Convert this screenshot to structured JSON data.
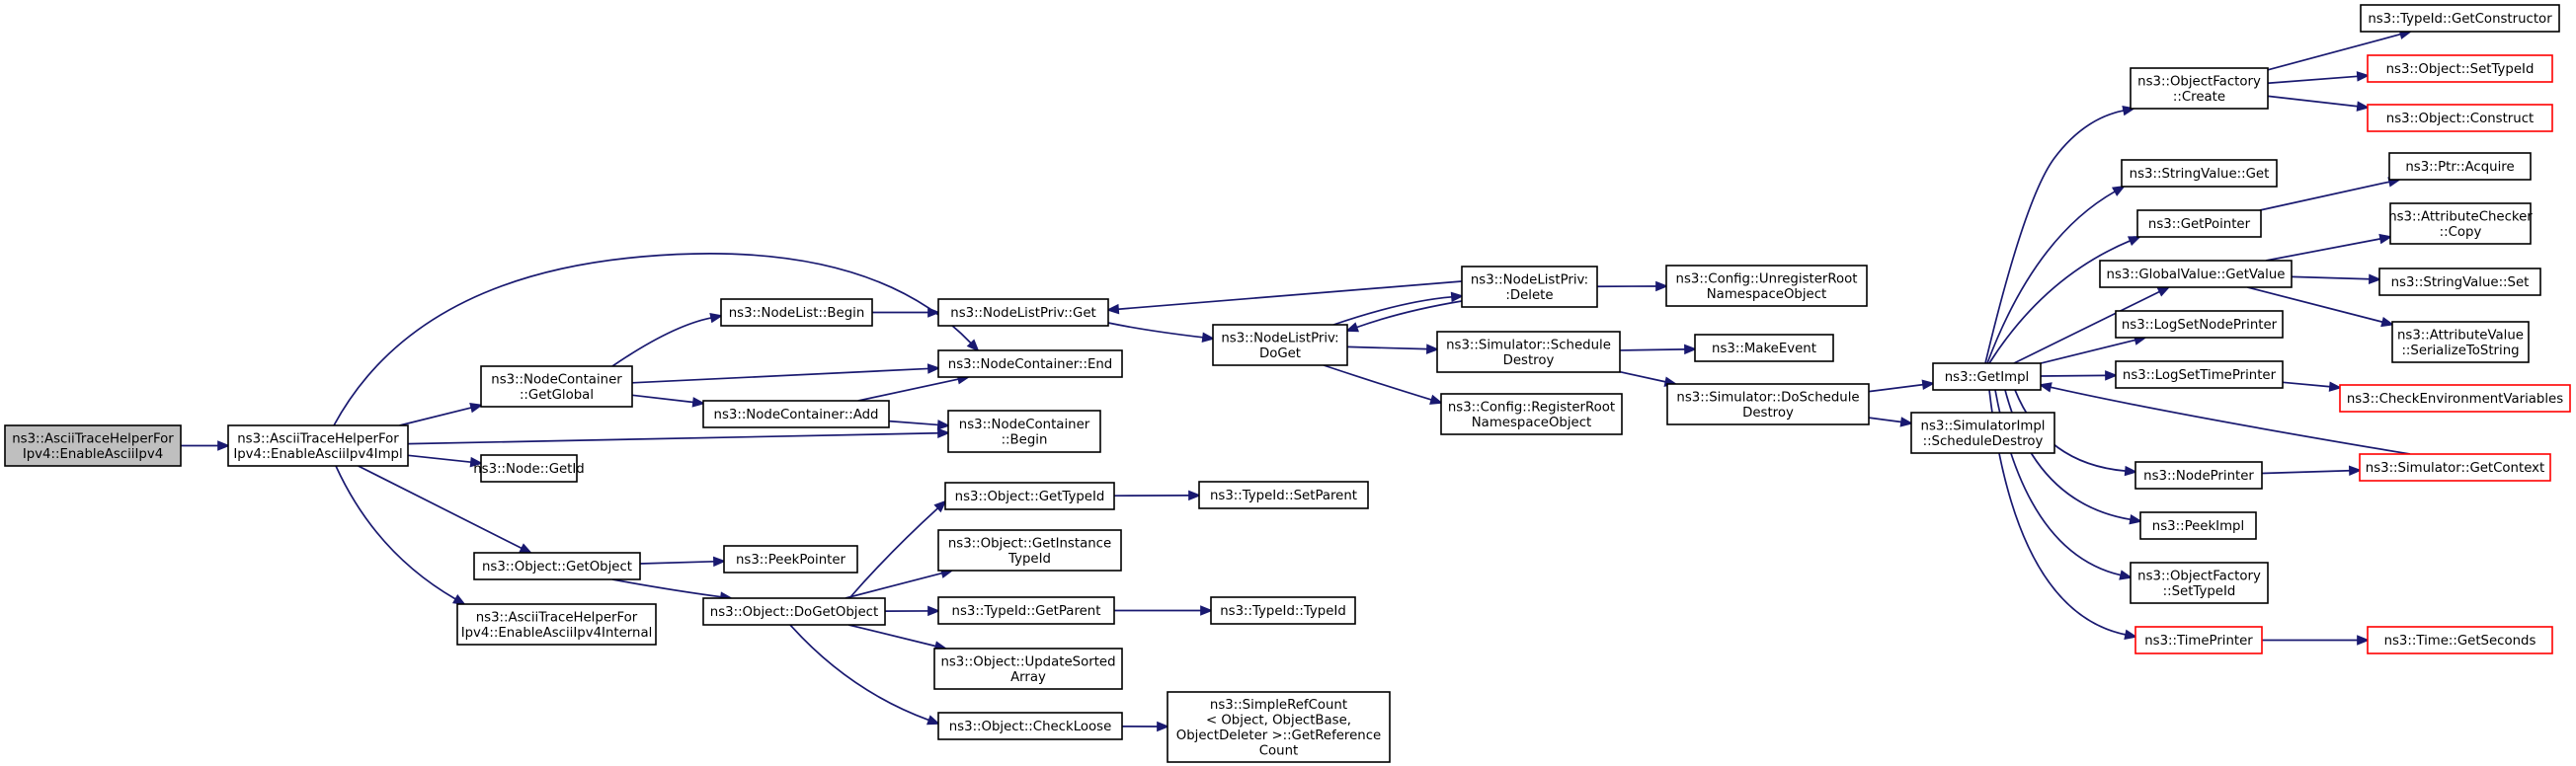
{
  "graph": {
    "node_fill": "#ffffff",
    "root_fill": "#bfbfbf",
    "border_color": "#000000",
    "missing_border_color": "#ff0000",
    "edge_color": "#191970",
    "nodes": [
      {
        "id": "enableAsciiIpv4",
        "lines": [
          "ns3::AsciiTraceHelperFor",
          "Ipv4::EnableAsciiIpv4"
        ],
        "root": true
      },
      {
        "id": "enableAsciiIpv4Impl",
        "lines": [
          "ns3::AsciiTraceHelperFor",
          "Ipv4::EnableAsciiIpv4Impl"
        ]
      },
      {
        "id": "nodeContainerEnd",
        "lines": [
          "ns3::NodeContainer::End"
        ]
      },
      {
        "id": "nodeContainerGetGlobal",
        "lines": [
          "ns3::NodeContainer",
          "::GetGlobal"
        ]
      },
      {
        "id": "nodeContainerBegin",
        "lines": [
          "ns3::NodeContainer",
          "::Begin"
        ]
      },
      {
        "id": "nodeGetId",
        "lines": [
          "ns3::Node::GetId"
        ]
      },
      {
        "id": "objectGetObject",
        "lines": [
          "ns3::Object::GetObject"
        ]
      },
      {
        "id": "enableAsciiIpv4Internal",
        "lines": [
          "ns3::AsciiTraceHelperFor",
          "Ipv4::EnableAsciiIpv4Internal"
        ]
      },
      {
        "id": "nodeListBegin",
        "lines": [
          "ns3::NodeList::Begin"
        ]
      },
      {
        "id": "nodeContainerAdd",
        "lines": [
          "ns3::NodeContainer::Add"
        ]
      },
      {
        "id": "nodeListPrivGet",
        "lines": [
          "ns3::NodeListPriv::Get"
        ]
      },
      {
        "id": "nodeListPrivDoGet",
        "lines": [
          "ns3::NodeListPriv:",
          "DoGet"
        ]
      },
      {
        "id": "nodeListPrivDelete",
        "lines": [
          "ns3::NodeListPriv:",
          ":Delete"
        ]
      },
      {
        "id": "configUnregisterRoot",
        "lines": [
          "ns3::Config::UnregisterRoot",
          "NamespaceObject"
        ]
      },
      {
        "id": "simulatorScheduleDestroy",
        "lines": [
          "ns3::Simulator::Schedule",
          "Destroy"
        ]
      },
      {
        "id": "makeEvent",
        "lines": [
          "ns3::MakeEvent"
        ]
      },
      {
        "id": "configRegisterRoot",
        "lines": [
          "ns3::Config::RegisterRoot",
          "NamespaceObject"
        ]
      },
      {
        "id": "simulatorDoScheduleDestroy",
        "lines": [
          "ns3::Simulator::DoSchedule",
          "Destroy"
        ]
      },
      {
        "id": "getImpl",
        "lines": [
          "ns3::GetImpl"
        ]
      },
      {
        "id": "simulatorImplScheduleDestroy",
        "lines": [
          "ns3::SimulatorImpl",
          "::ScheduleDestroy"
        ]
      },
      {
        "id": "peekPointer",
        "lines": [
          "ns3::PeekPointer"
        ]
      },
      {
        "id": "objectDoGetObject",
        "lines": [
          "ns3::Object::DoGetObject"
        ]
      },
      {
        "id": "objectGetTypeId",
        "lines": [
          "ns3::Object::GetTypeId"
        ]
      },
      {
        "id": "typeIdSetParent",
        "lines": [
          "ns3::TypeId::SetParent"
        ]
      },
      {
        "id": "objectGetInstanceTypeId",
        "lines": [
          "ns3::Object::GetInstance",
          "TypeId"
        ]
      },
      {
        "id": "typeIdGetParent",
        "lines": [
          "ns3::TypeId::GetParent"
        ]
      },
      {
        "id": "typeIdTypeId",
        "lines": [
          "ns3::TypeId::TypeId"
        ]
      },
      {
        "id": "objectUpdateSortedArray",
        "lines": [
          "ns3::Object::UpdateSorted",
          "Array"
        ]
      },
      {
        "id": "objectCheckLoose",
        "lines": [
          "ns3::Object::CheckLoose"
        ]
      },
      {
        "id": "simpleRefCount",
        "lines": [
          "ns3::SimpleRefCount",
          "< Object, ObjectBase,",
          "ObjectDeleter >::GetReference",
          "Count"
        ]
      },
      {
        "id": "objectFactoryCreate",
        "lines": [
          "ns3::ObjectFactory",
          "::Create"
        ]
      },
      {
        "id": "typeIdGetConstructor",
        "lines": [
          "ns3::TypeId::GetConstructor"
        ]
      },
      {
        "id": "objectSetTypeId",
        "lines": [
          "ns3::Object::SetTypeId"
        ],
        "missing": true
      },
      {
        "id": "objectConstruct",
        "lines": [
          "ns3::Object::Construct"
        ],
        "missing": true
      },
      {
        "id": "stringValueGet",
        "lines": [
          "ns3::StringValue::Get"
        ]
      },
      {
        "id": "getPointer",
        "lines": [
          "ns3::GetPointer"
        ]
      },
      {
        "id": "ptrAcquire",
        "lines": [
          "ns3::Ptr::Acquire"
        ]
      },
      {
        "id": "globalValueGetValue",
        "lines": [
          "ns3::GlobalValue::GetValue"
        ]
      },
      {
        "id": "attributeCheckerCopy",
        "lines": [
          "ns3::AttributeChecker",
          "::Copy"
        ]
      },
      {
        "id": "stringValueSet",
        "lines": [
          "ns3::StringValue::Set"
        ]
      },
      {
        "id": "attributeValueSerialize",
        "lines": [
          "ns3::AttributeValue",
          "::SerializeToString"
        ]
      },
      {
        "id": "logSetNodePrinter",
        "lines": [
          "ns3::LogSetNodePrinter"
        ]
      },
      {
        "id": "logSetTimePrinter",
        "lines": [
          "ns3::LogSetTimePrinter"
        ]
      },
      {
        "id": "checkEnvironmentVariables",
        "lines": [
          "ns3::CheckEnvironmentVariables"
        ],
        "missing": true
      },
      {
        "id": "nodePrinter",
        "lines": [
          "ns3::NodePrinter"
        ]
      },
      {
        "id": "simulatorGetContext",
        "lines": [
          "ns3::Simulator::GetContext"
        ],
        "missing": true
      },
      {
        "id": "peekImpl",
        "lines": [
          "ns3::PeekImpl"
        ]
      },
      {
        "id": "objectFactorySetTypeId",
        "lines": [
          "ns3::ObjectFactory",
          "::SetTypeId"
        ]
      },
      {
        "id": "timePrinter",
        "lines": [
          "ns3::TimePrinter"
        ],
        "missing": true
      },
      {
        "id": "timeGetSeconds",
        "lines": [
          "ns3::Time::GetSeconds"
        ],
        "missing": true
      }
    ],
    "edges": [
      [
        "enableAsciiIpv4",
        "enableAsciiIpv4Impl"
      ],
      [
        "enableAsciiIpv4Impl",
        "nodeContainerEnd"
      ],
      [
        "enableAsciiIpv4Impl",
        "nodeContainerGetGlobal"
      ],
      [
        "enableAsciiIpv4Impl",
        "nodeContainerBegin"
      ],
      [
        "enableAsciiIpv4Impl",
        "nodeGetId"
      ],
      [
        "enableAsciiIpv4Impl",
        "objectGetObject"
      ],
      [
        "enableAsciiIpv4Impl",
        "enableAsciiIpv4Internal"
      ],
      [
        "nodeContainerGetGlobal",
        "nodeListBegin"
      ],
      [
        "nodeContainerGetGlobal",
        "nodeContainerEnd"
      ],
      [
        "nodeContainerGetGlobal",
        "nodeContainerAdd"
      ],
      [
        "nodeListBegin",
        "nodeListPrivGet"
      ],
      [
        "nodeContainerAdd",
        "nodeContainerEnd"
      ],
      [
        "nodeContainerAdd",
        "nodeContainerBegin"
      ],
      [
        "nodeListPrivGet",
        "nodeListPrivDoGet"
      ],
      [
        "nodeListPrivDoGet",
        "nodeListPrivDelete"
      ],
      [
        "nodeListPrivDoGet",
        "simulatorScheduleDestroy"
      ],
      [
        "nodeListPrivDoGet",
        "configRegisterRoot"
      ],
      [
        "nodeListPrivDelete",
        "nodeListPrivGet"
      ],
      [
        "nodeListPrivDelete",
        "nodeListPrivDoGet"
      ],
      [
        "nodeListPrivDelete",
        "configUnregisterRoot"
      ],
      [
        "simulatorScheduleDestroy",
        "makeEvent"
      ],
      [
        "simulatorScheduleDestroy",
        "simulatorDoScheduleDestroy"
      ],
      [
        "simulatorDoScheduleDestroy",
        "getImpl"
      ],
      [
        "simulatorDoScheduleDestroy",
        "simulatorImplScheduleDestroy"
      ],
      [
        "objectGetObject",
        "peekPointer"
      ],
      [
        "objectGetObject",
        "objectDoGetObject"
      ],
      [
        "objectDoGetObject",
        "objectGetTypeId"
      ],
      [
        "objectDoGetObject",
        "objectGetInstanceTypeId"
      ],
      [
        "objectDoGetObject",
        "typeIdGetParent"
      ],
      [
        "objectDoGetObject",
        "objectUpdateSortedArray"
      ],
      [
        "objectDoGetObject",
        "objectCheckLoose"
      ],
      [
        "objectGetTypeId",
        "typeIdSetParent"
      ],
      [
        "typeIdGetParent",
        "typeIdTypeId"
      ],
      [
        "objectCheckLoose",
        "simpleRefCount"
      ],
      [
        "getImpl",
        "objectFactoryCreate"
      ],
      [
        "getImpl",
        "stringValueGet"
      ],
      [
        "getImpl",
        "getPointer"
      ],
      [
        "getImpl",
        "globalValueGetValue"
      ],
      [
        "getImpl",
        "logSetNodePrinter"
      ],
      [
        "getImpl",
        "logSetTimePrinter"
      ],
      [
        "getImpl",
        "nodePrinter"
      ],
      [
        "getImpl",
        "peekImpl"
      ],
      [
        "getImpl",
        "objectFactorySetTypeId"
      ],
      [
        "getImpl",
        "timePrinter"
      ],
      [
        "objectFactoryCreate",
        "typeIdGetConstructor"
      ],
      [
        "objectFactoryCreate",
        "objectSetTypeId"
      ],
      [
        "objectFactoryCreate",
        "objectConstruct"
      ],
      [
        "getPointer",
        "ptrAcquire"
      ],
      [
        "globalValueGetValue",
        "attributeCheckerCopy"
      ],
      [
        "globalValueGetValue",
        "stringValueSet"
      ],
      [
        "globalValueGetValue",
        "attributeValueSerialize"
      ],
      [
        "logSetTimePrinter",
        "checkEnvironmentVariables"
      ],
      [
        "nodePrinter",
        "simulatorGetContext"
      ],
      [
        "simulatorGetContext",
        "getImpl"
      ],
      [
        "timePrinter",
        "timeGetSeconds"
      ]
    ]
  }
}
